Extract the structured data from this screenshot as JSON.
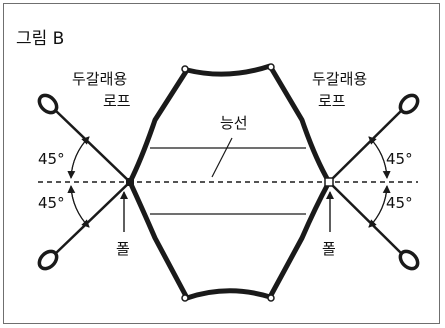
{
  "figure": {
    "title": "그림 B",
    "labels": {
      "rope_left": [
        "두갈래용",
        "로프"
      ],
      "rope_right": [
        "두갈래용",
        "로프"
      ],
      "ridge_line": "능선",
      "pole_left": "폴",
      "pole_right": "폴",
      "angles": [
        "45°",
        "45°",
        "45°",
        "45°"
      ]
    }
  },
  "colors": {
    "line": "#1a1a1a",
    "border": "#6f6f6f",
    "background": "#ffffff"
  }
}
